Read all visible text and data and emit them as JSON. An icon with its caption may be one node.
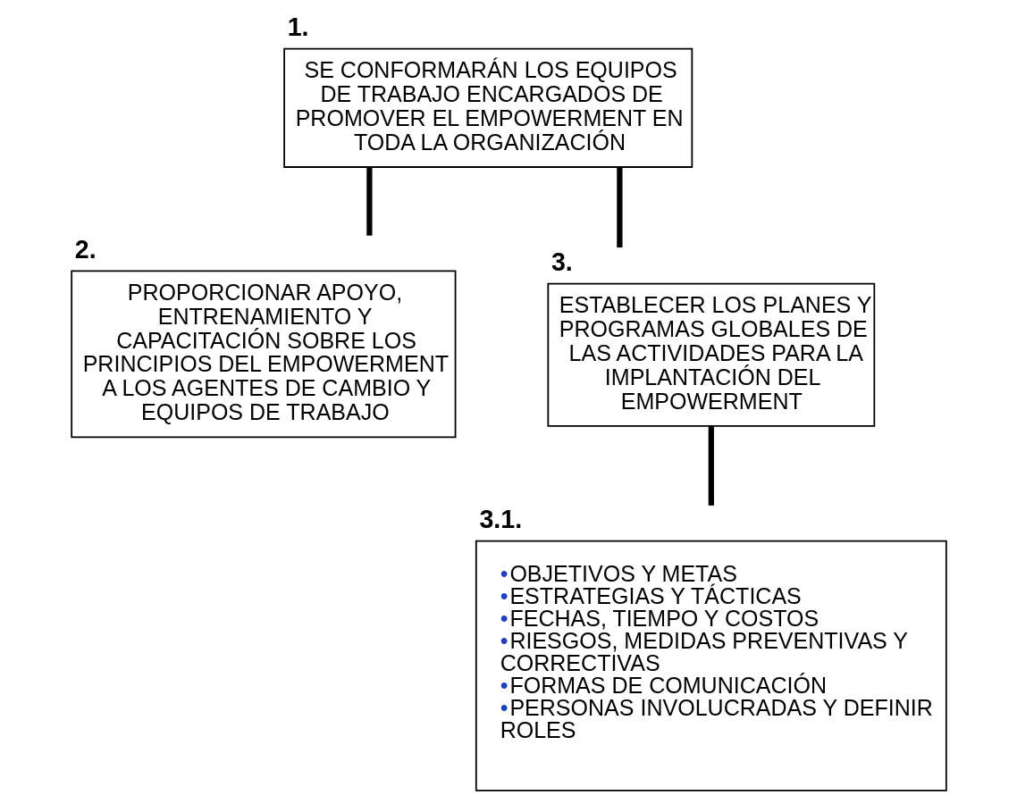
{
  "diagram": {
    "nodes": [
      {
        "text": [
          "1.",
          "SE CONFORMARÁN LOS EQUIPOS DE TRABAJO ENCARGADOS DE PROMOVER EL EMPOWERMENT EN TODA LA ORGANIZACIÓN"
        ]
      },
      {
        "text": [
          "2.",
          "PROPORCIONAR APOYO, ENTRENAMIENTO Y CAPACITACIÓN SOBRE LOS PRINCIPIOS DEL EMPOWERMENT A LOS AGENTES DE CAMBIO Y EQUIPOS DE TRABAJO"
        ]
      },
      {
        "text": [
          "3.",
          "ESTABLECER LOS PLANES Y PROGRAMAS GLOBALES DE LAS ACTIVIDADES PARA LA IMPLANTACIÓN DEL EMPOWERMENT"
        ]
      },
      {
        "text": [
          "3.1.",
          "•OBJETIVOS Y METAS",
          "•ESTRATEGIAS Y TÁCTICAS",
          "•FECHAS, TIEMPO Y COSTOS",
          "•RIESGOS, MEDIDAS PREVENTIVAS Y CORRECTIVAS",
          "•FORMAS DE COMUNICACIÓN",
          "•PERSONAS INVOLUCRADAS Y DEFINIR ROLES"
        ]
      }
    ],
    "edges": [
      {
        "from": 0,
        "to": 1,
        "arrow": "none"
      },
      {
        "from": 0,
        "to": 2,
        "arrow": "none"
      },
      {
        "from": 2,
        "to": 3,
        "arrow": "none"
      }
    ]
  }
}
